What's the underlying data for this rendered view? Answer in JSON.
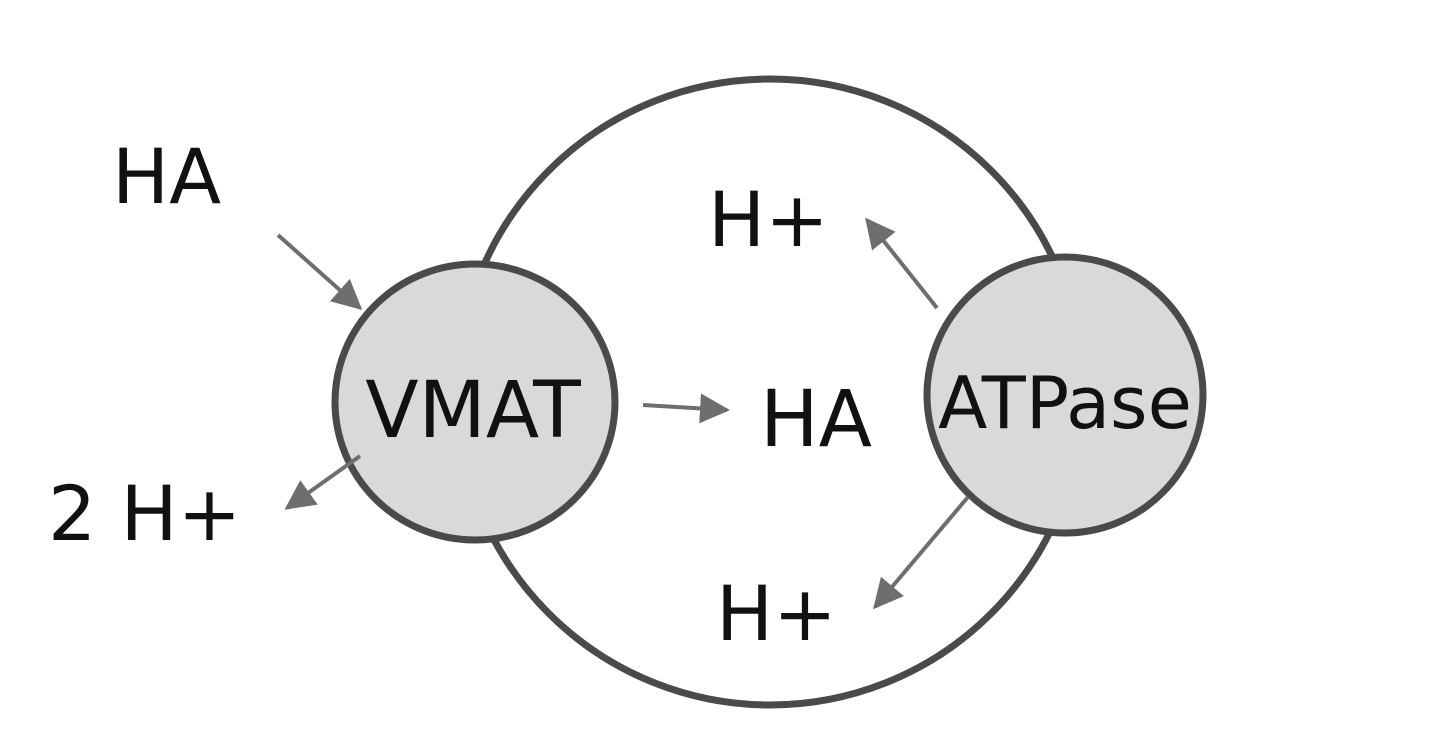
{
  "labels": {
    "ha_outside": "HA",
    "two_h_plus": "2 H+",
    "ha_inside": "HA",
    "h_plus_top": "H+",
    "h_plus_bottom": "H+"
  },
  "proteins": {
    "vmat": "VMAT",
    "atpase": "ATPase"
  },
  "colors": {
    "outline": "#4a4a4a",
    "protein_fill": "#d9d9d9",
    "arrow": "#6e6e6e",
    "text": "#111111",
    "background": "#ffffff"
  }
}
